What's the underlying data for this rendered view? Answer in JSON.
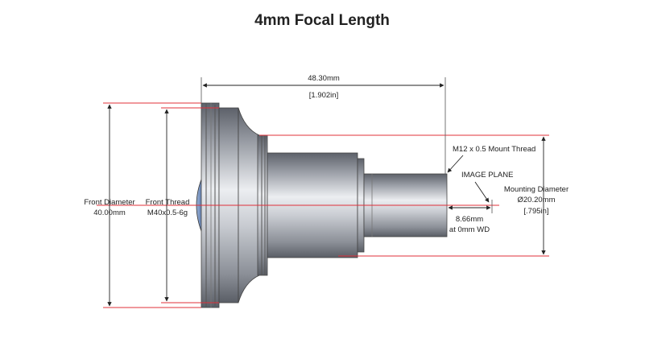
{
  "title": "4mm Focal Length",
  "dimensions": {
    "overall_length": {
      "primary": "48.30mm",
      "secondary": "[1.902in]"
    },
    "front_diameter": {
      "line1": "Front Diameter",
      "line2": "40.00mm"
    },
    "front_thread": {
      "line1": "Front Thread",
      "line2": "M40x0.5-6g"
    },
    "mount_thread": "M12 x 0.5 Mount Thread",
    "image_plane": "IMAGE PLANE",
    "mounting_diameter": {
      "line1": "Mounting Diameter",
      "line2": "Ø20.20mm",
      "line3": "[.795in]"
    },
    "working_distance": {
      "line1": "8.66mm",
      "line2": "at 0mm WD"
    }
  },
  "colors": {
    "dimension_line": "#e0303a",
    "extension_line": "#d04050",
    "body_dark": "#6b6f78",
    "body_light": "#e6e8ec",
    "glass": "#5f7fb5"
  }
}
